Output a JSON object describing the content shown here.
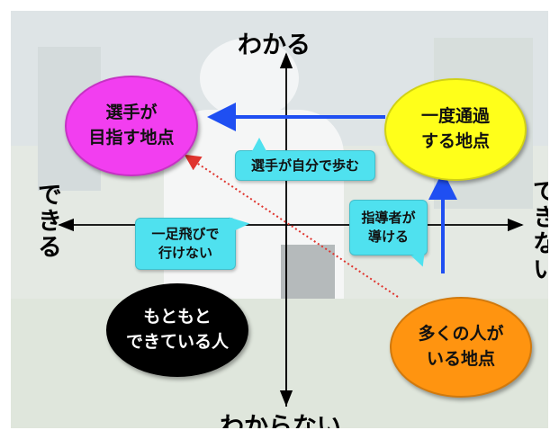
{
  "axes": {
    "top": "わかる",
    "bottom": "わからない",
    "left": "できる",
    "right": "できない"
  },
  "bubbles": {
    "goal": {
      "line1": "選手が",
      "line2": "目指す地点",
      "color": "#f23ef0"
    },
    "once": {
      "line1": "一度通過",
      "line2": "する地点",
      "color": "#ffff1a"
    },
    "natural": {
      "line1": "もともと",
      "line2": "できている人",
      "color": "#000000"
    },
    "many": {
      "line1": "多くの人が",
      "line2": "いる地点",
      "color": "#ff9410"
    }
  },
  "callouts": {
    "self": {
      "line1": "選手が自分で歩む"
    },
    "cannot": {
      "line1": "一足飛びで",
      "line2": "行けない"
    },
    "guide": {
      "line1": "指導者が",
      "line2": "導ける"
    }
  },
  "colors": {
    "arrow_blue": "#1f4ff2",
    "arrow_dotted_red": "#e0342e",
    "callout_cyan": "#4fe1ef"
  }
}
